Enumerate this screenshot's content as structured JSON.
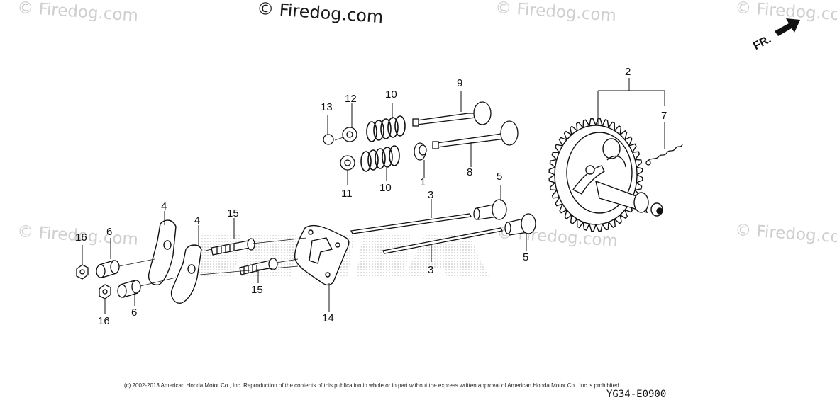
{
  "watermarks": {
    "main": "© Firedog.com",
    "faint": "© Firedog.com"
  },
  "direction_label": "FR.",
  "callouts": {
    "c1": "1",
    "c2": "2",
    "c3a": "3",
    "c3b": "3",
    "c4a": "4",
    "c4b": "4",
    "c5a": "5",
    "c5b": "5",
    "c6a": "6",
    "c6b": "6",
    "c7": "7",
    "c8": "8",
    "c9": "9",
    "c10a": "10",
    "c10b": "10",
    "c11": "11",
    "c12": "12",
    "c13": "13",
    "c14": "14",
    "c15a": "15",
    "c15b": "15",
    "c16a": "16",
    "c16b": "16"
  },
  "footer": {
    "copyright": "(c) 2002-2013 American Honda Motor Co., Inc. Reproduction of the contents of this publication in whole or in part without the express written approval of American Honda Motor Co., Inc is prohibited.",
    "diagram_code": "YG34-E0900"
  }
}
